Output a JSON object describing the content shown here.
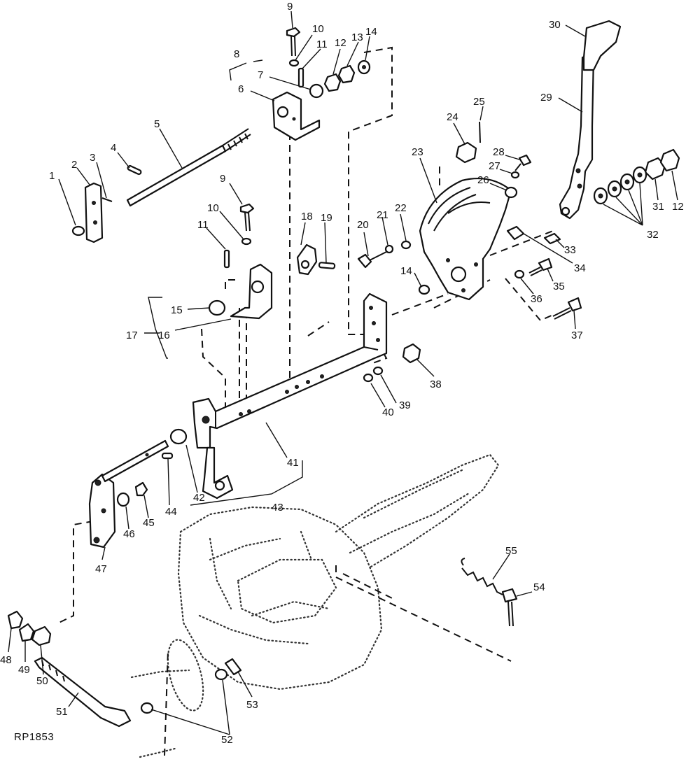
{
  "figure_id": "RP1853",
  "callouts": [
    {
      "n": "1"
    },
    {
      "n": "2"
    },
    {
      "n": "3"
    },
    {
      "n": "4"
    },
    {
      "n": "5"
    },
    {
      "n": "6"
    },
    {
      "n": "7"
    },
    {
      "n": "8"
    },
    {
      "n": "9"
    },
    {
      "n": "10"
    },
    {
      "n": "11"
    },
    {
      "n": "12"
    },
    {
      "n": "13"
    },
    {
      "n": "14"
    },
    {
      "n": "9"
    },
    {
      "n": "10"
    },
    {
      "n": "11"
    },
    {
      "n": "15"
    },
    {
      "n": "16"
    },
    {
      "n": "17"
    },
    {
      "n": "18"
    },
    {
      "n": "19"
    },
    {
      "n": "20"
    },
    {
      "n": "21"
    },
    {
      "n": "22"
    },
    {
      "n": "23"
    },
    {
      "n": "24"
    },
    {
      "n": "25"
    },
    {
      "n": "26"
    },
    {
      "n": "27"
    },
    {
      "n": "28"
    },
    {
      "n": "29"
    },
    {
      "n": "30"
    },
    {
      "n": "31"
    },
    {
      "n": "12"
    },
    {
      "n": "32"
    },
    {
      "n": "33"
    },
    {
      "n": "34"
    },
    {
      "n": "35"
    },
    {
      "n": "36"
    },
    {
      "n": "37"
    },
    {
      "n": "14"
    },
    {
      "n": "38"
    },
    {
      "n": "39"
    },
    {
      "n": "40"
    },
    {
      "n": "41"
    },
    {
      "n": "42"
    },
    {
      "n": "43"
    },
    {
      "n": "44"
    },
    {
      "n": "45"
    },
    {
      "n": "46"
    },
    {
      "n": "47"
    },
    {
      "n": "48"
    },
    {
      "n": "49"
    },
    {
      "n": "50"
    },
    {
      "n": "51"
    },
    {
      "n": "52"
    },
    {
      "n": "53"
    },
    {
      "n": "54"
    },
    {
      "n": "55"
    }
  ]
}
